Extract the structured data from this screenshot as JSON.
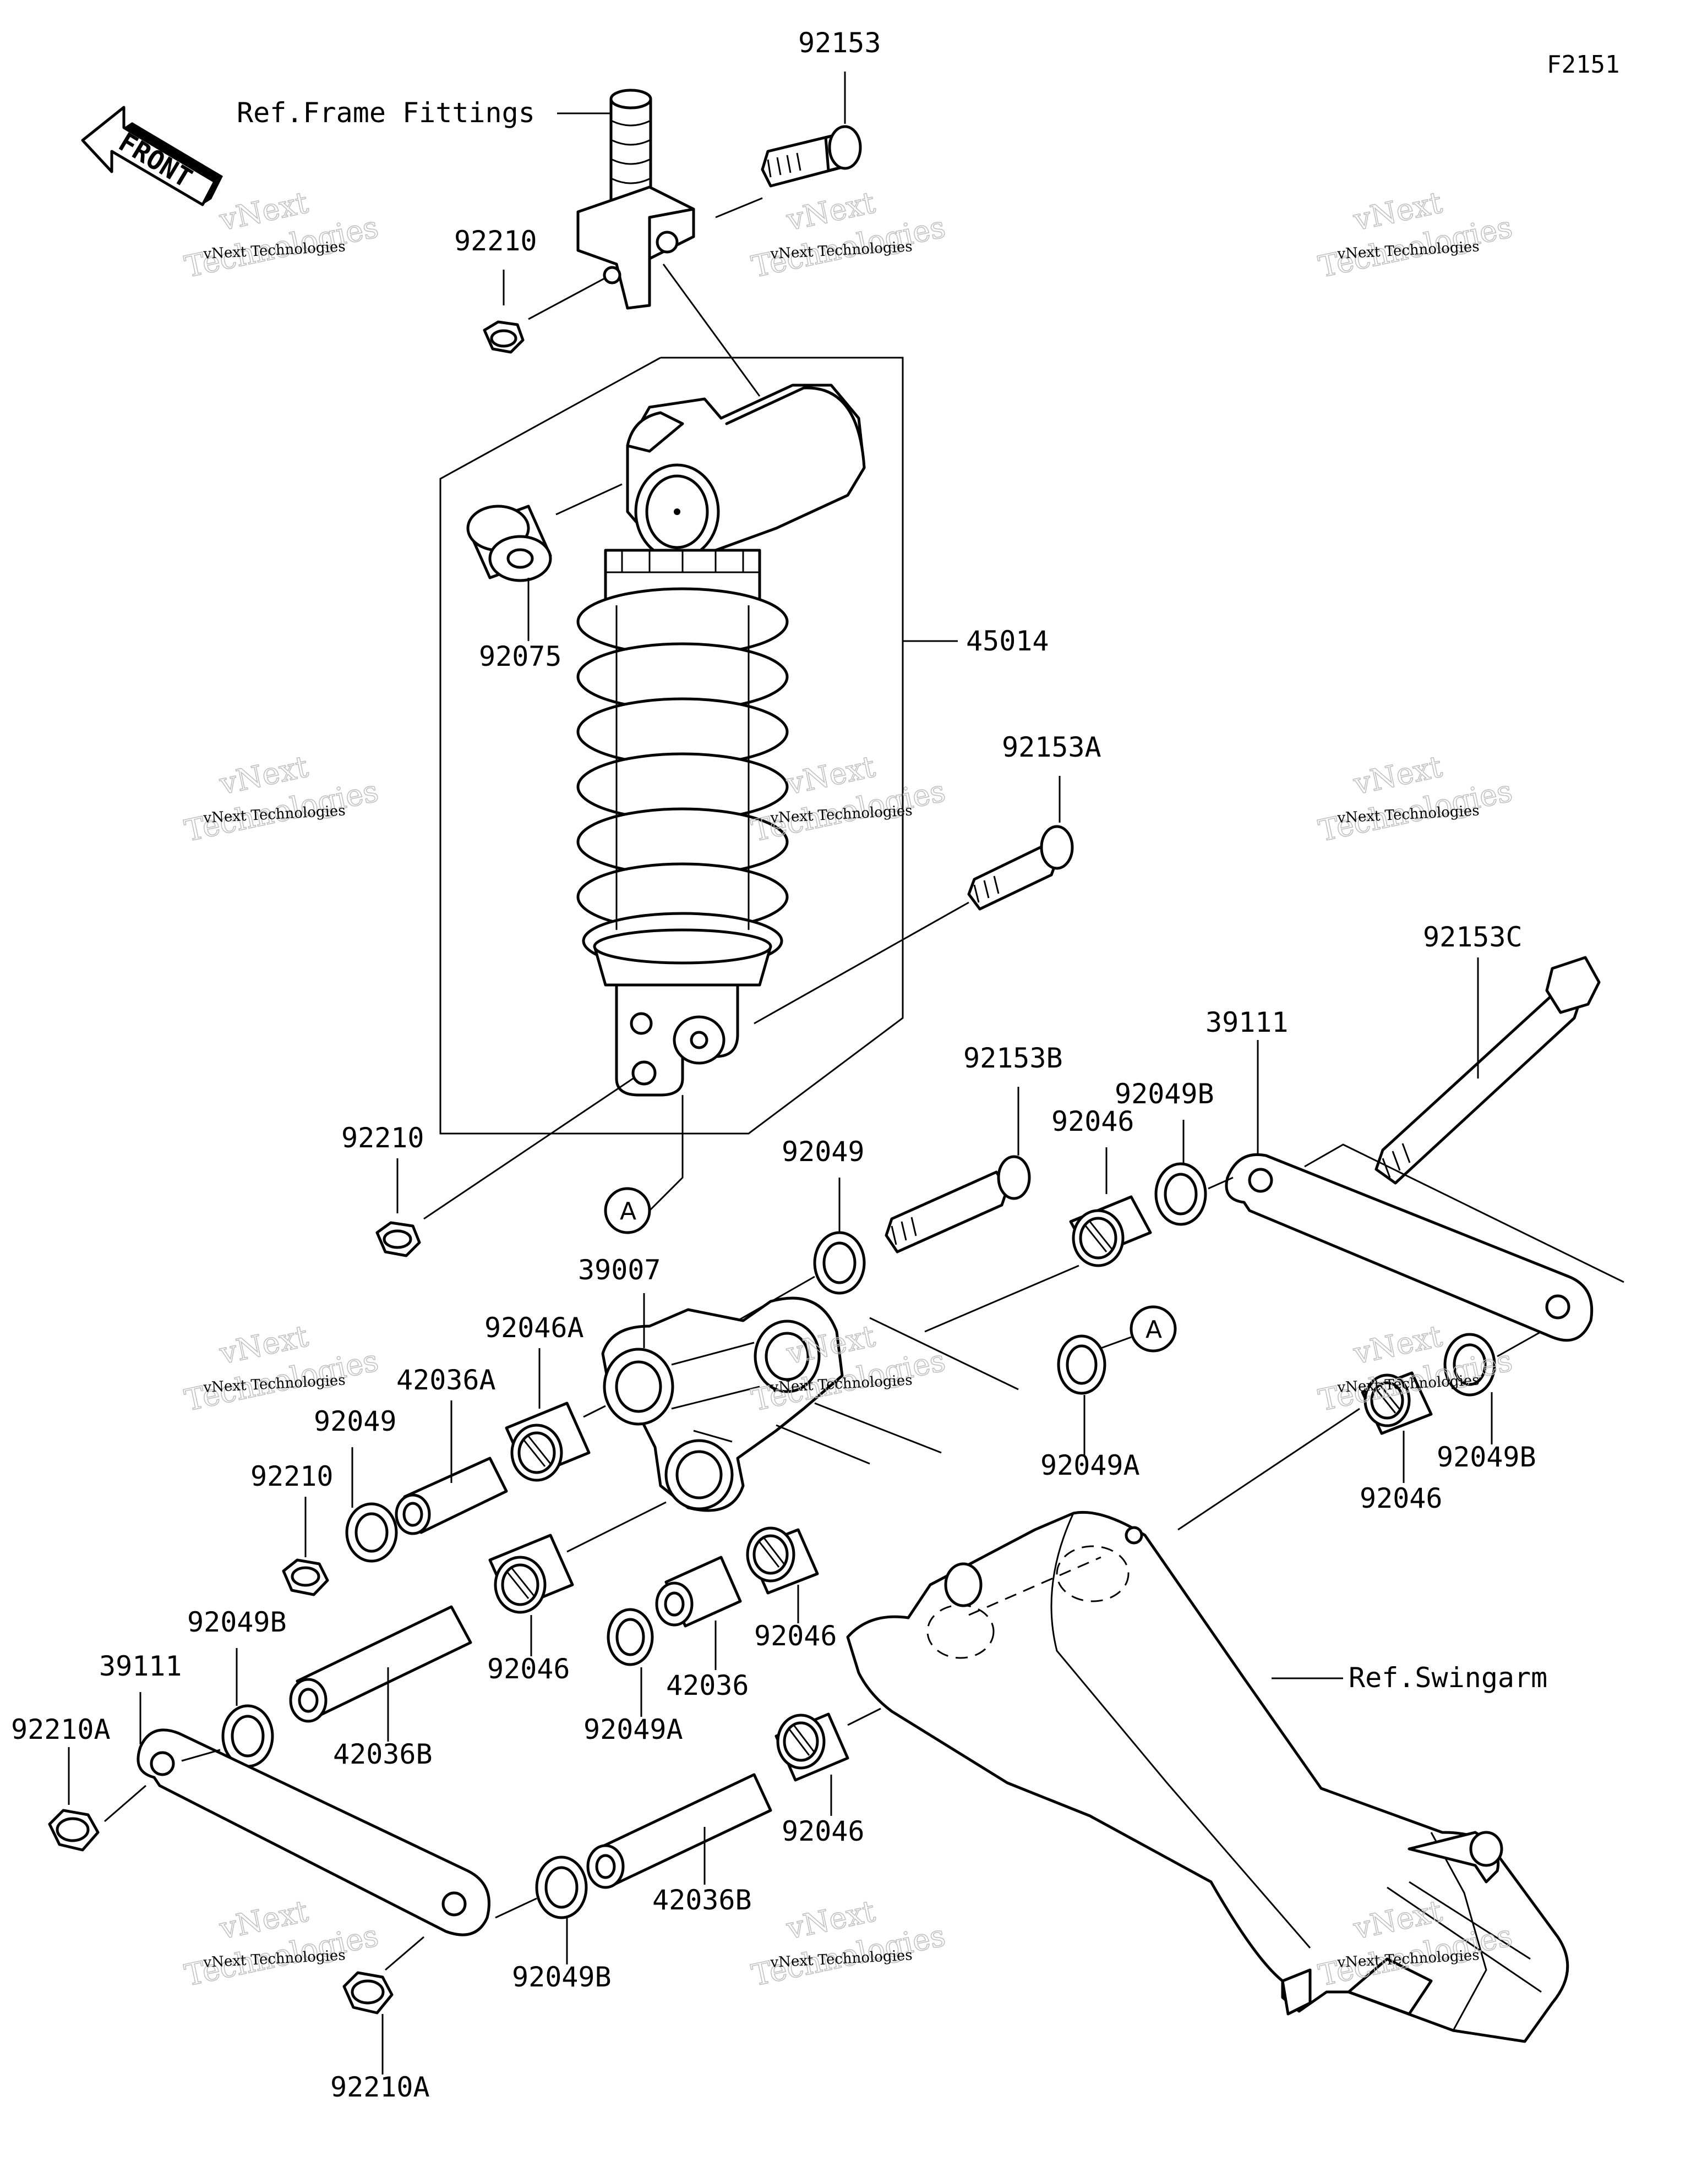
{
  "diagram_code": "F2151",
  "front_arrow_text": "FRONT",
  "references": {
    "frame": "Ref.Frame Fittings",
    "swingarm": "Ref.Swingarm"
  },
  "callout_letter": "A",
  "watermark": {
    "small": "vNext Technologies",
    "big_top": "vNext",
    "big_bottom": "Technologies"
  },
  "part_labels": {
    "p92153": "92153",
    "p92210_top": "92210",
    "p92075": "92075",
    "p45014": "45014",
    "p92153A": "92153A",
    "p92153C": "92153C",
    "p39111_right": "39111",
    "p92049B_top": "92049B",
    "p92153B": "92153B",
    "p92046_top": "92046",
    "p92210_mid": "92210",
    "p92049_mid": "92049",
    "p39007": "39007",
    "p92046A": "92046A",
    "p42036A": "42036A",
    "p92049_left": "92049",
    "p92210_left": "92210",
    "p92049A_right": "92049A",
    "p92046_right": "92046",
    "p92049B_right": "92049B",
    "p92046_center": "92046",
    "p92046_low": "92046",
    "p42036": "42036",
    "p92049A_low": "92049A",
    "p92049B_left": "92049B",
    "p39111_left": "39111",
    "p92210A_left": "92210A",
    "p42036B_left": "42036B",
    "p42036B_low": "42036B",
    "p92046_bottom": "92046",
    "p92049B_bottom": "92049B",
    "p92210A_bottom": "92210A"
  }
}
